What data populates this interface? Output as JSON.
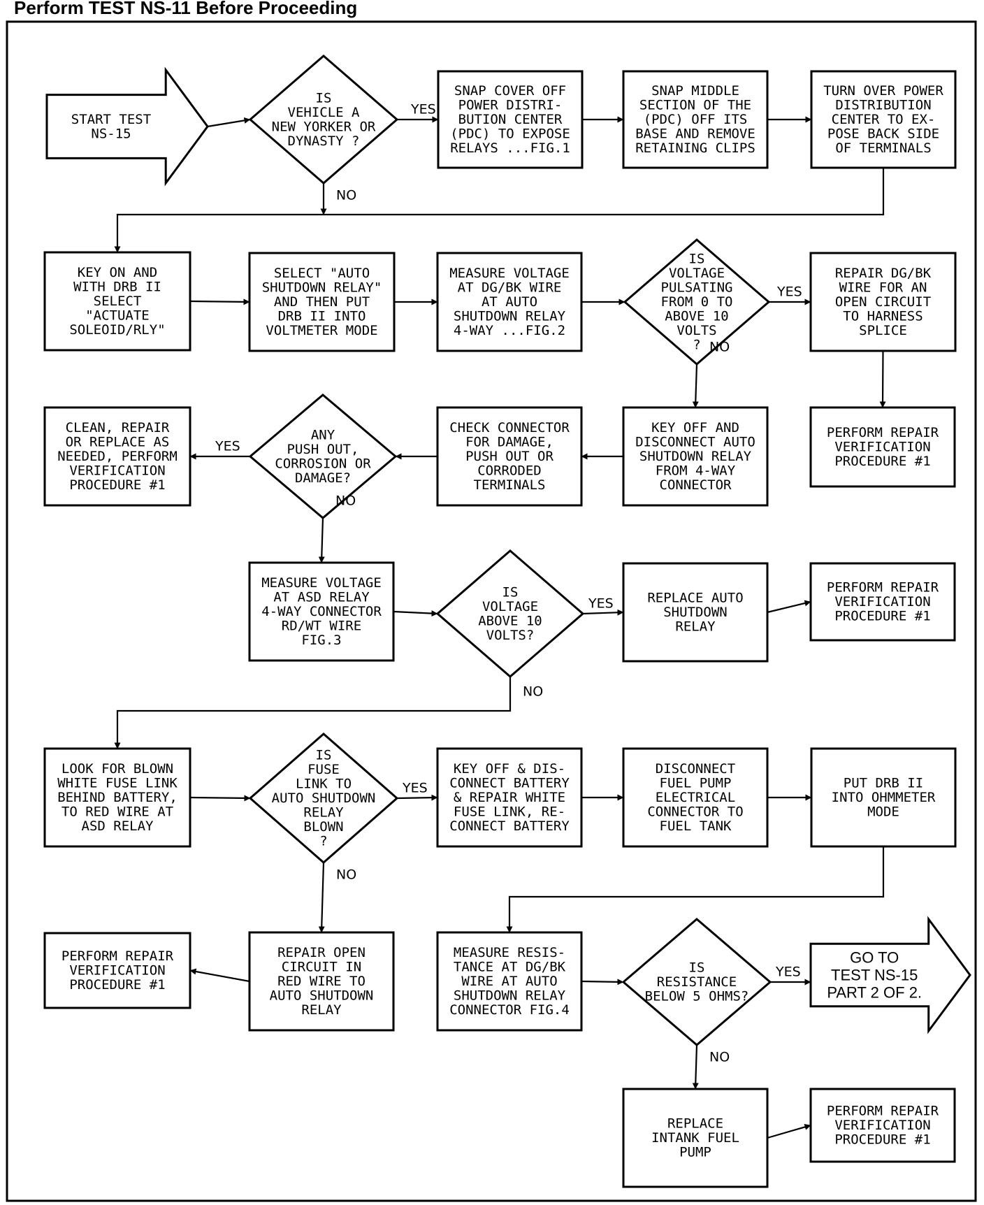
{
  "header": {
    "title": "Perform TEST NS-11 Before Proceeding"
  },
  "nodes": [
    {
      "id": "start",
      "kind": "arrow",
      "lines": [
        "START TEST",
        "NS-15"
      ]
    },
    {
      "id": "d1",
      "kind": "diamond",
      "lines": [
        "IS",
        "VEHICLE A",
        "NEW YORKER OR",
        "DYNASTY ?"
      ]
    },
    {
      "id": "b1",
      "kind": "rect",
      "lines": [
        "SNAP COVER OFF",
        "POWER DISTRI-",
        "BUTION CENTER",
        "(PDC) TO EXPOSE",
        "RELAYS ...FIG.1"
      ]
    },
    {
      "id": "b2",
      "kind": "rect",
      "lines": [
        "SNAP MIDDLE",
        "SECTION OF THE",
        "(PDC) OFF ITS",
        "BASE AND REMOVE",
        "RETAINING CLIPS"
      ]
    },
    {
      "id": "b3",
      "kind": "rect",
      "lines": [
        "TURN OVER POWER",
        "DISTRIBUTION",
        "CENTER TO EX-",
        "POSE BACK SIDE",
        "OF TERMINALS"
      ]
    },
    {
      "id": "b4",
      "kind": "rect",
      "lines": [
        "KEY ON AND",
        "WITH DRB II",
        "SELECT",
        "\"ACTUATE",
        "SOLEOID/RLY\""
      ]
    },
    {
      "id": "b5",
      "kind": "rect",
      "lines": [
        "SELECT \"AUTO",
        "SHUTDOWN RELAY\"",
        "AND THEN PUT",
        "DRB II INTO",
        "VOLTMETER MODE"
      ]
    },
    {
      "id": "b6",
      "kind": "rect",
      "lines": [
        "MEASURE VOLTAGE",
        "AT DG/BK WIRE",
        "AT AUTO",
        "SHUTDOWN RELAY",
        "4-WAY ...FIG.2"
      ]
    },
    {
      "id": "d2",
      "kind": "diamond",
      "lines": [
        "IS",
        "VOLTAGE",
        "PULSATING",
        "FROM 0 TO",
        "ABOVE 10",
        "VOLTS",
        "?"
      ]
    },
    {
      "id": "b7",
      "kind": "rect",
      "lines": [
        "REPAIR DG/BK",
        "WIRE FOR AN",
        "OPEN CIRCUIT",
        "TO HARNESS",
        "SPLICE"
      ]
    },
    {
      "id": "b8",
      "kind": "rect",
      "lines": [
        "CLEAN, REPAIR",
        "OR REPLACE AS",
        "NEEDED, PERFORM",
        "VERIFICATION",
        "PROCEDURE #1"
      ]
    },
    {
      "id": "d3",
      "kind": "diamond",
      "lines": [
        "ANY",
        "PUSH OUT,",
        "CORROSION OR",
        "DAMAGE?"
      ]
    },
    {
      "id": "b9",
      "kind": "rect",
      "lines": [
        "CHECK CONNECTOR",
        "FOR DAMAGE,",
        "PUSH OUT OR",
        "CORRODED",
        "TERMINALS"
      ]
    },
    {
      "id": "b10",
      "kind": "rect",
      "lines": [
        "KEY OFF AND",
        "DISCONNECT AUTO",
        "SHUTDOWN RELAY",
        "FROM 4-WAY",
        "CONNECTOR"
      ]
    },
    {
      "id": "b11",
      "kind": "rect",
      "lines": [
        "PERFORM REPAIR",
        "VERIFICATION",
        "PROCEDURE #1"
      ]
    },
    {
      "id": "b12",
      "kind": "rect",
      "lines": [
        "MEASURE VOLTAGE",
        "AT ASD RELAY",
        "4-WAY CONNECTOR",
        "RD/WT WIRE",
        "FIG.3"
      ]
    },
    {
      "id": "d4",
      "kind": "diamond",
      "lines": [
        "IS",
        "VOLTAGE",
        "ABOVE 10",
        "VOLTS?"
      ]
    },
    {
      "id": "b13",
      "kind": "rect",
      "lines": [
        "REPLACE AUTO",
        "SHUTDOWN",
        "RELAY"
      ]
    },
    {
      "id": "b14",
      "kind": "rect",
      "lines": [
        "PERFORM REPAIR",
        "VERIFICATION",
        "PROCEDURE #1"
      ]
    },
    {
      "id": "b15",
      "kind": "rect",
      "lines": [
        "LOOK FOR BLOWN",
        "WHITE FUSE LINK",
        "BEHIND BATTERY,",
        "TO RED WIRE AT",
        "ASD RELAY"
      ]
    },
    {
      "id": "d5",
      "kind": "diamond",
      "lines": [
        "IS",
        "FUSE",
        "LINK TO",
        "AUTO SHUTDOWN",
        "RELAY",
        "BLOWN",
        "?"
      ]
    },
    {
      "id": "b16",
      "kind": "rect",
      "lines": [
        "KEY OFF & DIS-",
        "CONNECT BATTERY",
        "& REPAIR WHITE",
        "FUSE LINK, RE-",
        "CONNECT BATTERY"
      ]
    },
    {
      "id": "b17",
      "kind": "rect",
      "lines": [
        "DISCONNECT",
        "FUEL PUMP",
        "ELECTRICAL",
        "CONNECTOR TO",
        "FUEL TANK"
      ]
    },
    {
      "id": "b18",
      "kind": "rect",
      "lines": [
        "PUT DRB II",
        "INTO OHMMETER",
        "MODE"
      ]
    },
    {
      "id": "b19",
      "kind": "rect",
      "lines": [
        "PERFORM REPAIR",
        "VERIFICATION",
        "PROCEDURE #1"
      ]
    },
    {
      "id": "b20",
      "kind": "rect",
      "lines": [
        "REPAIR OPEN",
        "CIRCUIT IN",
        "RED WIRE TO",
        "AUTO SHUTDOWN",
        "RELAY"
      ]
    },
    {
      "id": "b21",
      "kind": "rect",
      "lines": [
        "MEASURE RESIS-",
        "TANCE AT DG/BK",
        "WIRE AT AUTO",
        "SHUTDOWN RELAY",
        "CONNECTOR FIG.4"
      ]
    },
    {
      "id": "d6",
      "kind": "diamond",
      "lines": [
        "IS",
        "RESISTANCE",
        "BELOW 5 OHMS?"
      ]
    },
    {
      "id": "goto",
      "kind": "arrow",
      "lines": [
        "GO TO",
        "TEST NS-15",
        "PART 2 OF 2."
      ]
    },
    {
      "id": "b22",
      "kind": "rect",
      "lines": [
        "REPLACE",
        "INTANK FUEL",
        "PUMP"
      ]
    },
    {
      "id": "b23",
      "kind": "rect",
      "lines": [
        "PERFORM REPAIR",
        "VERIFICATION",
        "PROCEDURE #1"
      ]
    }
  ],
  "edges": [
    {
      "from": "start",
      "to": "d1",
      "label": ""
    },
    {
      "from": "d1",
      "to": "b1",
      "label": "YES"
    },
    {
      "from": "b1",
      "to": "b2",
      "label": ""
    },
    {
      "from": "b2",
      "to": "b3",
      "label": ""
    },
    {
      "from": "d1",
      "to": "b4",
      "label": "NO"
    },
    {
      "from": "b3",
      "to": "b4",
      "label": ""
    },
    {
      "from": "b4",
      "to": "b5",
      "label": ""
    },
    {
      "from": "b5",
      "to": "b6",
      "label": ""
    },
    {
      "from": "b6",
      "to": "d2",
      "label": ""
    },
    {
      "from": "d2",
      "to": "b7",
      "label": "YES"
    },
    {
      "from": "b7",
      "to": "b11",
      "label": ""
    },
    {
      "from": "d2",
      "to": "b10",
      "label": "NO"
    },
    {
      "from": "b10",
      "to": "b9",
      "label": ""
    },
    {
      "from": "b9",
      "to": "d3",
      "label": ""
    },
    {
      "from": "d3",
      "to": "b8",
      "label": "YES"
    },
    {
      "from": "d3",
      "to": "b12",
      "label": "NO"
    },
    {
      "from": "b12",
      "to": "d4",
      "label": ""
    },
    {
      "from": "d4",
      "to": "b13",
      "label": "YES"
    },
    {
      "from": "b13",
      "to": "b14",
      "label": ""
    },
    {
      "from": "d4",
      "to": "b15",
      "label": "NO"
    },
    {
      "from": "b15",
      "to": "d5",
      "label": ""
    },
    {
      "from": "d5",
      "to": "b16",
      "label": "YES"
    },
    {
      "from": "b16",
      "to": "b17",
      "label": ""
    },
    {
      "from": "b17",
      "to": "b18",
      "label": ""
    },
    {
      "from": "d5",
      "to": "b20",
      "label": "NO"
    },
    {
      "from": "b20",
      "to": "b19",
      "label": ""
    },
    {
      "from": "b18",
      "to": "b21",
      "label": ""
    },
    {
      "from": "b21",
      "to": "d6",
      "label": ""
    },
    {
      "from": "d6",
      "to": "goto",
      "label": "YES"
    },
    {
      "from": "d6",
      "to": "b22",
      "label": "NO"
    },
    {
      "from": "b22",
      "to": "b23",
      "label": ""
    }
  ]
}
